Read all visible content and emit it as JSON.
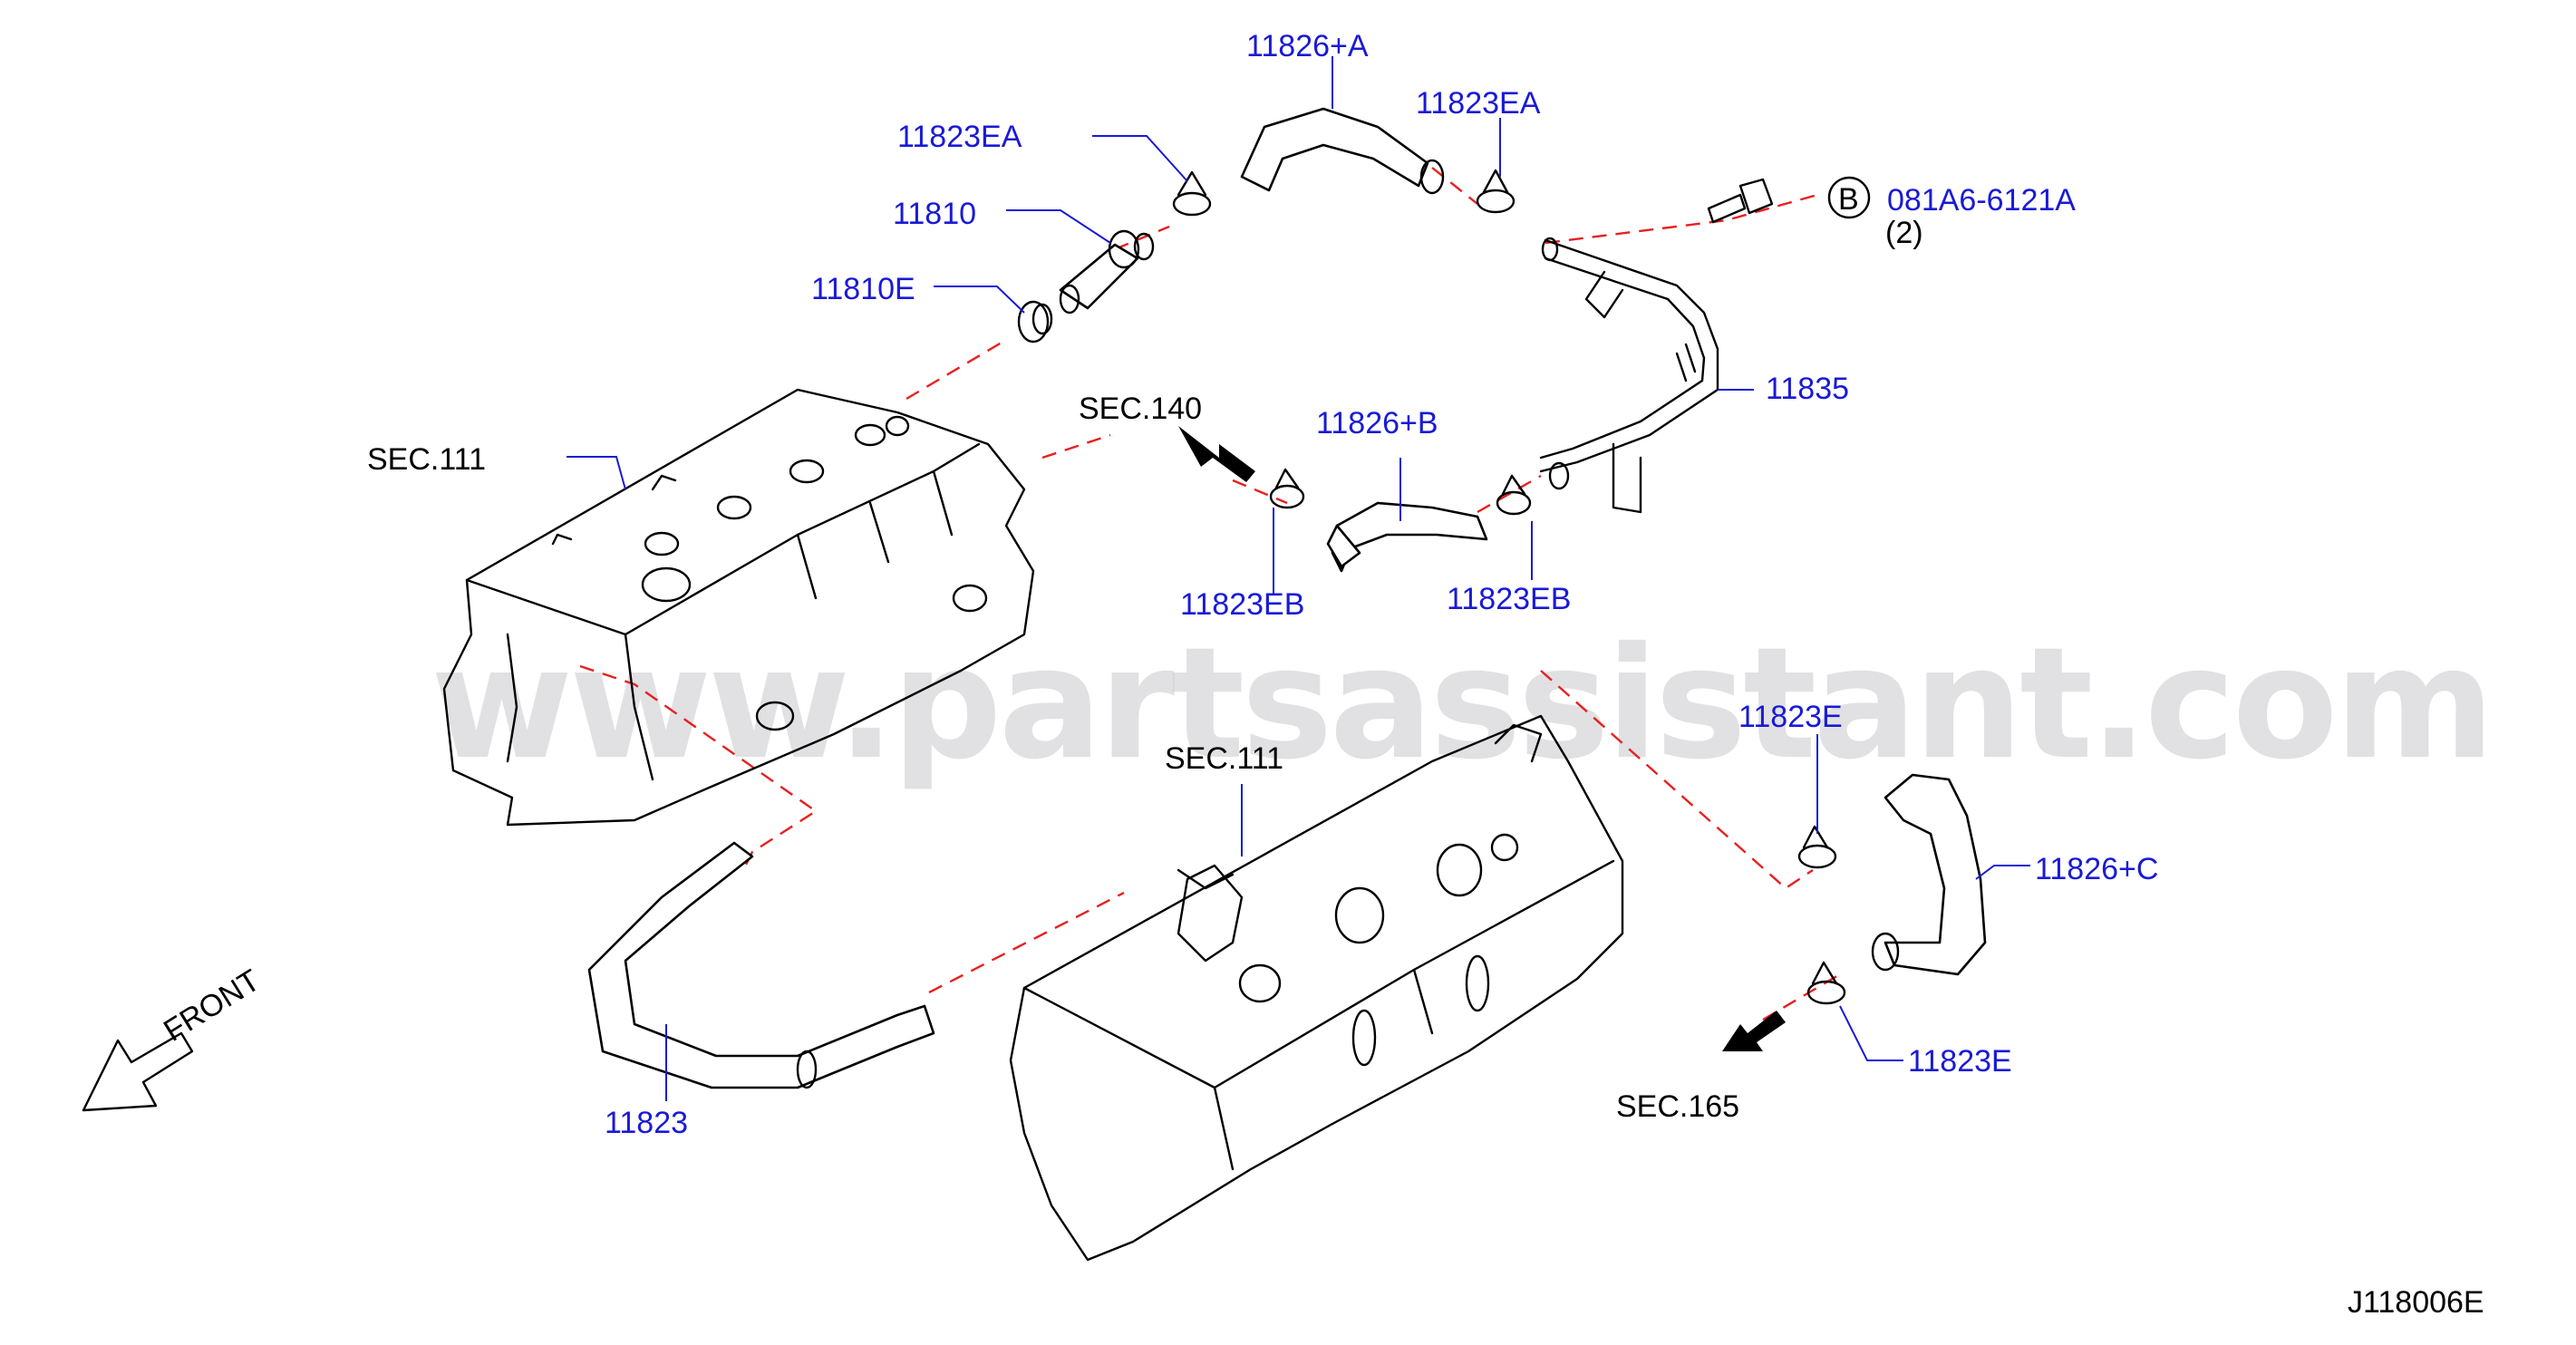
{
  "watermark": "www.partsassistant.com",
  "diagram_code": "J118006E",
  "front_label": "FRONT",
  "parts": {
    "hose_a": "11826+A",
    "clamp_ea_left": "11823EA",
    "clamp_ea_right": "11823EA",
    "pcv_valve": "11810",
    "grommet": "11810E",
    "tube": "11835",
    "bolt_marker": "B",
    "bolt": "081A6-6121A",
    "bolt_qty": "(2)",
    "hose_b": "11826+B",
    "clamp_eb_left": "11823EB",
    "clamp_eb_right": "11823EB",
    "clamp_e_upper": "11823E",
    "hose_c": "11826+C",
    "clamp_e_lower": "11823E",
    "hose_main": "11823"
  },
  "sections": {
    "sec_111_upper": "SEC.111",
    "sec_140": "SEC.140",
    "sec_111_lower": "SEC.111",
    "sec_165": "SEC.165"
  },
  "colors": {
    "part_label": "#1a1ad6",
    "leader": "#1a1ad6",
    "dashed_line": "#e82020",
    "line_art": "#000000",
    "watermark": "#c9c9cc"
  }
}
